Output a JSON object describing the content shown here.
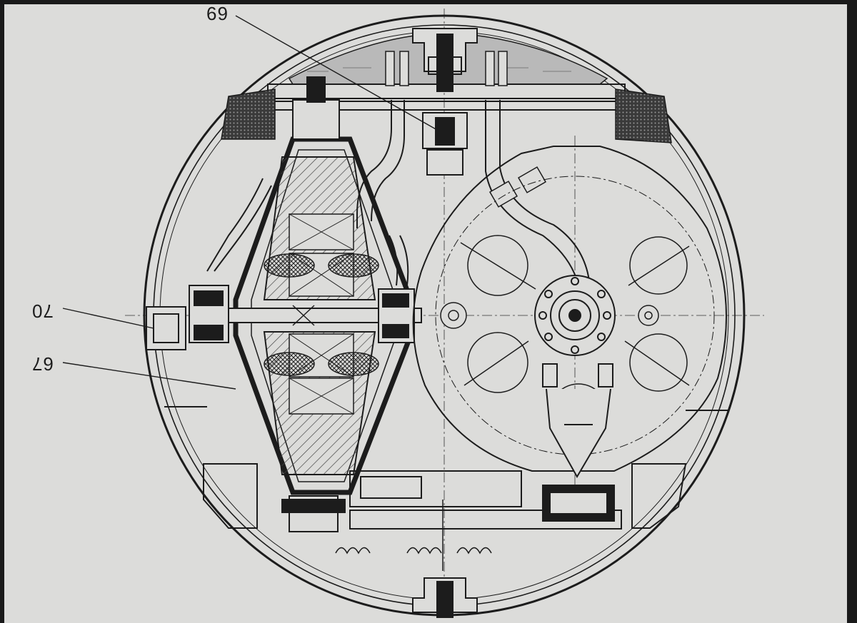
{
  "callouts": [
    {
      "id": "69",
      "text": "69",
      "rotated": false
    },
    {
      "id": "70",
      "text": "70",
      "rotated": true
    },
    {
      "id": "67",
      "text": "67",
      "rotated": true
    }
  ],
  "colors": {
    "paper": "#dcdcda",
    "ink": "#1c1c1c",
    "liquid": "#b9b9b9",
    "hatch": "#555555",
    "frame": "#1a1a1a"
  }
}
